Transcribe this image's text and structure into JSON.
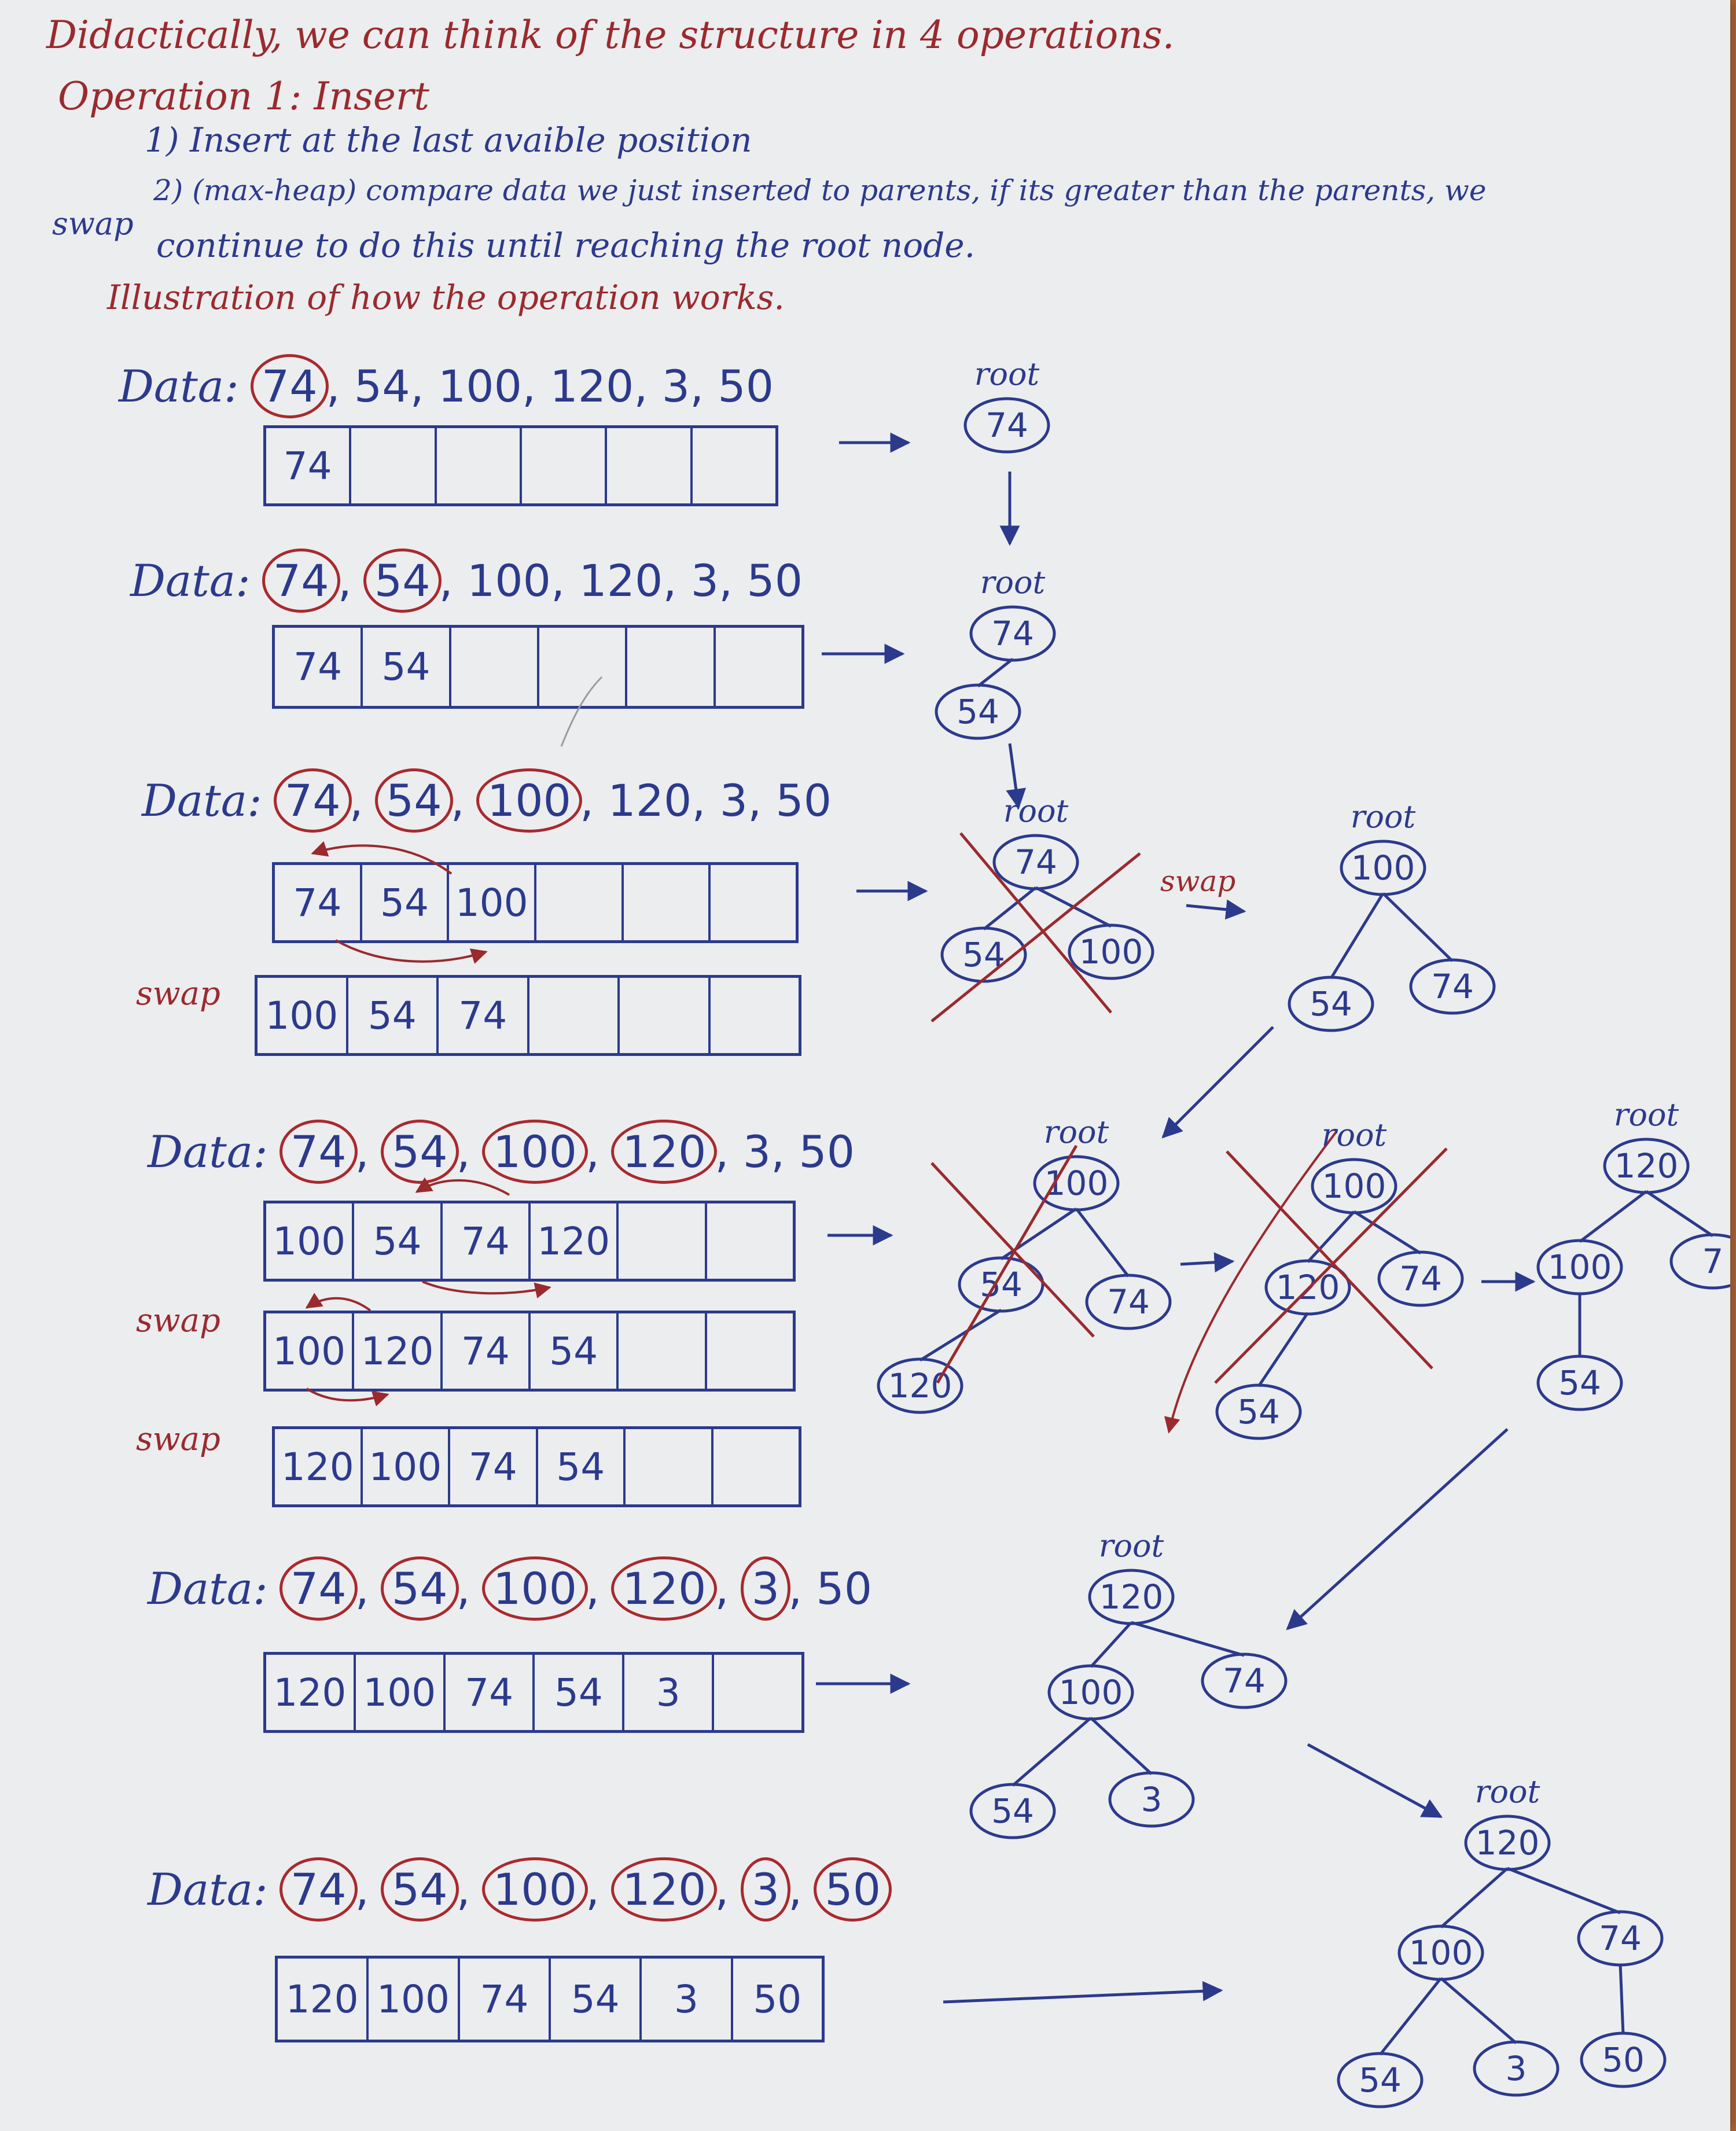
{
  "notes": {
    "line1": "Didactically, we can think of the structure in 4 operations.",
    "line2": "Operation 1: Insert",
    "line3": "1) Insert at the last avaible position",
    "line4": "2) (max-heap) compare data we just inserted to parents, if its greater than the parents, we",
    "line4_prefix": "swap",
    "line5": "continue to do this until reaching the root node.",
    "line6": "Illustration of how the operation works."
  },
  "labels": {
    "data": "Data:",
    "swap": "swap",
    "root": "root"
  },
  "data_sequence": [
    "74",
    "54",
    "100",
    "120",
    "3",
    "50"
  ],
  "steps": [
    {
      "circled": 1,
      "arrays": [
        [
          "74",
          "",
          "",
          "",
          "",
          ""
        ]
      ]
    },
    {
      "circled": 2,
      "arrays": [
        [
          "74",
          "54",
          "",
          "",
          "",
          ""
        ]
      ]
    },
    {
      "circled": 3,
      "arrays": [
        [
          "74",
          "54",
          "100",
          "",
          "",
          ""
        ],
        [
          "100",
          "54",
          "74",
          "",
          "",
          ""
        ]
      ]
    },
    {
      "circled": 4,
      "arrays": [
        [
          "100",
          "54",
          "74",
          "120",
          "",
          ""
        ],
        [
          "100",
          "120",
          "74",
          "54",
          "",
          ""
        ],
        [
          "120",
          "100",
          "74",
          "54",
          "",
          ""
        ]
      ]
    },
    {
      "circled": 5,
      "arrays": [
        [
          "120",
          "100",
          "74",
          "54",
          "3",
          ""
        ]
      ]
    },
    {
      "circled": 6,
      "arrays": [
        [
          "120",
          "100",
          "74",
          "54",
          "3",
          "50"
        ]
      ]
    }
  ],
  "trees": {
    "t1": [
      "74"
    ],
    "t2": [
      "74",
      "54"
    ],
    "t3a": [
      "74",
      "54",
      "100"
    ],
    "t3b": [
      "100",
      "54",
      "74"
    ],
    "t4a": [
      "100",
      "54",
      "74",
      "120"
    ],
    "t4b": [
      "100",
      "120",
      "74",
      "54"
    ],
    "t4c": [
      "120",
      "100",
      "7",
      "54"
    ],
    "t5": [
      "120",
      "100",
      "74",
      "54",
      "3"
    ],
    "t6": [
      "120",
      "100",
      "74",
      "54",
      "3",
      "50"
    ]
  },
  "colors": {
    "ink_blue": "#2c3a8c",
    "ink_red": "#9a2a2e",
    "paper": "#ecedef",
    "table": "#b06a3c"
  }
}
